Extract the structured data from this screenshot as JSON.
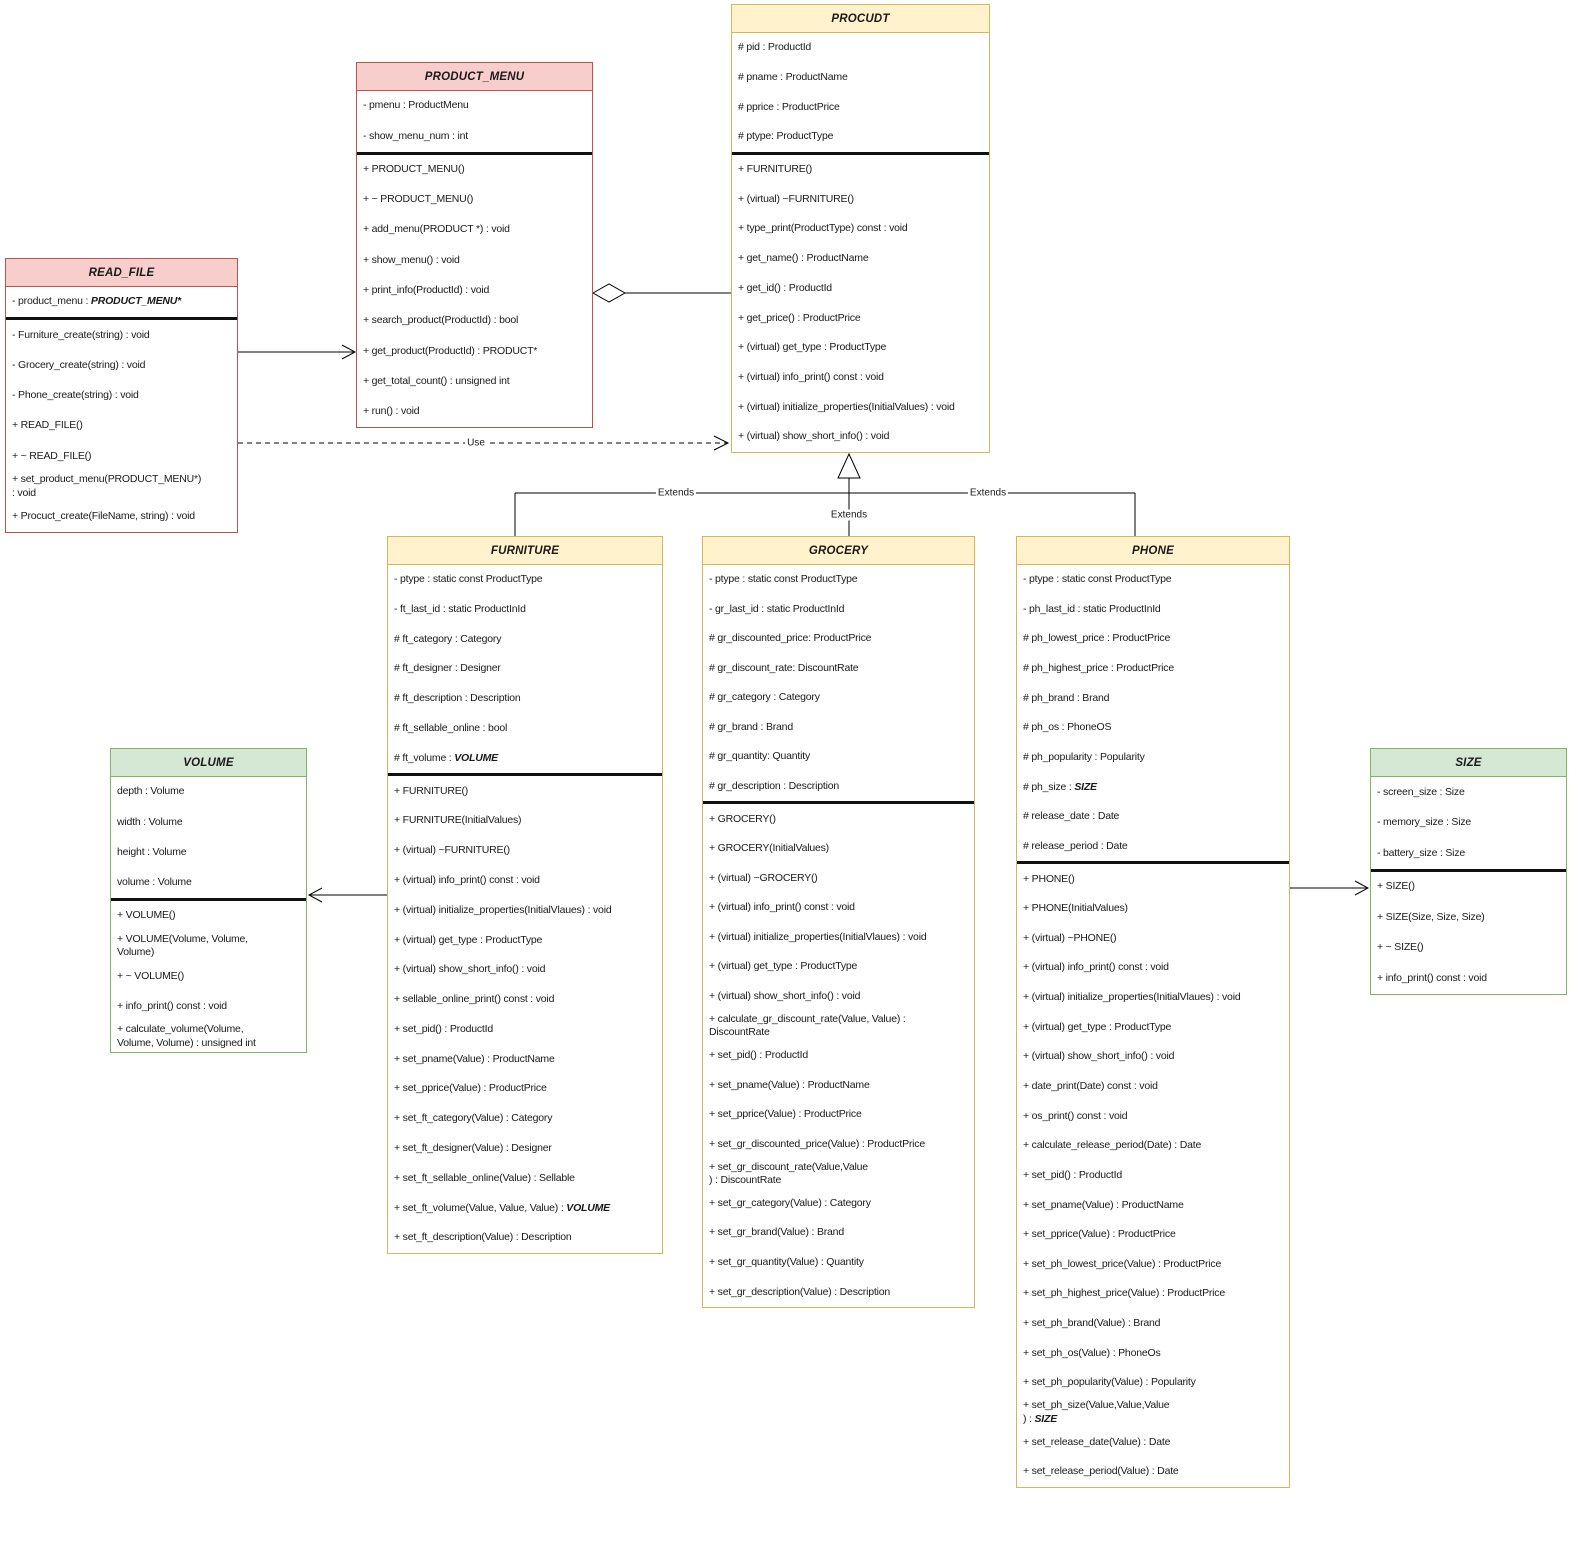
{
  "labels": {
    "use": "Use",
    "extends_left": "Extends",
    "extends_middle": "Extends",
    "extends_right": "Extends"
  },
  "colors": {
    "pink_fill": "#f8cecc",
    "pink_border": "#b85450",
    "yellow_fill": "#fff2cc",
    "yellow_border": "#d6b656",
    "green_fill": "#d5e8d4",
    "green_border": "#82b366",
    "connector_line": "#000000",
    "separator": "#111111",
    "background": "#ffffff"
  },
  "classes": {
    "read_file": {
      "title": "READ_FILE",
      "attributes": [
        {
          "parts": [
            {
              "t": "- product_menu : "
            },
            {
              "t": "PRODUCT_MENU*",
              "em": true
            }
          ]
        }
      ],
      "methods": [
        "- Furniture_create(string) : void",
        "- Grocery_create(string) : void",
        "- Phone_create(string) : void",
        "+ READ_FILE()",
        "+ ~ READ_FILE()",
        {
          "wrap": true,
          "parts": [
            {
              "t": "+ set_product_menu(PRODUCT_MENU*)"
            },
            {
              "br": true
            },
            {
              "t": ": void"
            }
          ]
        },
        "+ Procuct_create(FileName, string) : void"
      ]
    },
    "product_menu": {
      "title": "PRODUCT_MENU",
      "attributes": [
        "- pmenu : ProductMenu",
        "- show_menu_num : int"
      ],
      "methods": [
        "+ PRODUCT_MENU()",
        "+ ~ PRODUCT_MENU()",
        "+ add_menu(PRODUCT *) : void",
        "+ show_menu() : void",
        "+ print_info(ProductId) : void",
        "+ search_product(ProductId) : bool",
        "+ get_product(ProductId) : PRODUCT*",
        "+ get_total_count() : unsigned int",
        "+ run() : void"
      ]
    },
    "procudt": {
      "title": "PROCUDT",
      "attributes": [
        "# pid : ProductId",
        "# pname : ProductName",
        "# pprice : ProductPrice",
        "# ptype: ProductType"
      ],
      "methods": [
        "+ FURNITURE()",
        "+ (virtual) ~FURNITURE()",
        "+ type_print(ProductType) const : void",
        "+ get_name() : ProductName",
        "+ get_id() : ProductId",
        "+ get_price() : ProductPrice",
        "+ (virtual) get_type : ProductType",
        "+ (virtual) info_print() const : void",
        "+ (virtual) initialize_properties(InitialValues) : void",
        "+ (virtual) show_short_info() : void"
      ]
    },
    "furniture": {
      "title": "FURNITURE",
      "attributes": [
        "- ptype : static const ProductType",
        "- ft_last_id : static ProductInId",
        "# ft_category : Category",
        "# ft_designer : Designer",
        "# ft_description : Description",
        "# ft_sellable_online : bool",
        {
          "parts": [
            {
              "t": "# ft_volume : "
            },
            {
              "t": "VOLUME",
              "em": true
            }
          ]
        }
      ],
      "methods": [
        "+ FURNITURE()",
        "+ FURNITURE(InitialValues)",
        "+ (virtual) ~FURNITURE()",
        "+ (virtual) info_print() const : void",
        "+ (virtual) initialize_properties(InitialVlaues) : void",
        "+ (virtual) get_type : ProductType",
        "+ (virtual) show_short_info() : void",
        "+ sellable_online_print() const : void",
        "+ set_pid() : ProductId",
        "+ set_pname(Value) : ProductName",
        "+ set_pprice(Value) : ProductPrice",
        "+ set_ft_category(Value) : Category",
        "+ set_ft_designer(Value) : Designer",
        "+ set_ft_sellable_online(Value) : Sellable",
        {
          "parts": [
            {
              "t": "+ set_ft_volume(Value, Value, Value) : "
            },
            {
              "t": "VOLUME",
              "em": true
            }
          ]
        },
        "+ set_ft_description(Value) : Description"
      ]
    },
    "grocery": {
      "title": "GROCERY",
      "attributes": [
        "- ptype : static const ProductType",
        "- gr_last_id : static ProductInId",
        "# gr_discounted_price: ProductPrice",
        "# gr_discount_rate: DiscountRate",
        "# gr_category : Category",
        "# gr_brand : Brand",
        "# gr_quantity: Quantity",
        "# gr_description : Description"
      ],
      "methods": [
        "+ GROCERY()",
        "+ GROCERY(InitialValues)",
        "+ (virtual) ~GROCERY()",
        "+ (virtual) info_print() const : void",
        "+ (virtual) initialize_properties(InitialVlaues) : void",
        "+ (virtual) get_type : ProductType",
        "+ (virtual) show_short_info() : void",
        {
          "wrap": true,
          "parts": [
            {
              "t": "+ calculate_gr_discount_rate(Value, Value) :"
            },
            {
              "br": true
            },
            {
              "t": "DiscountRate"
            }
          ]
        },
        "+ set_pid() : ProductId",
        "+ set_pname(Value) : ProductName",
        "+ set_pprice(Value) : ProductPrice",
        "+ set_gr_discounted_price(Value) : ProductPrice",
        {
          "wrap": true,
          "parts": [
            {
              "t": "+ set_gr_discount_rate(Value,Value"
            },
            {
              "br": true
            },
            {
              "t": ") : DiscountRate"
            }
          ]
        },
        "+ set_gr_category(Value) : Category",
        "+ set_gr_brand(Value) : Brand",
        "+ set_gr_quantity(Value) : Quantity",
        "+ set_gr_description(Value) : Description"
      ]
    },
    "phone": {
      "title": "PHONE",
      "attributes": [
        "- ptype : static const ProductType",
        "- ph_last_id : static ProductInId",
        "# ph_lowest_price : ProductPrice",
        "# ph_highest_price : ProductPrice",
        "# ph_brand : Brand",
        "# ph_os : PhoneOS",
        "# ph_popularity : Popularity",
        {
          "parts": [
            {
              "t": "# ph_size : "
            },
            {
              "t": "SIZE",
              "em": true
            }
          ]
        },
        "# release_date :  Date",
        "# release_period : Date"
      ],
      "methods": [
        "+ PHONE()",
        "+ PHONE(InitialValues)",
        "+ (virtual) ~PHONE()",
        "+ (virtual) info_print() const : void",
        "+ (virtual) initialize_properties(InitialVlaues) : void",
        "+ (virtual) get_type : ProductType",
        "+ (virtual) show_short_info() : void",
        "+ date_print(Date) const : void",
        "+ os_print() const : void",
        "+ calculate_release_period(Date) : Date",
        "+ set_pid() : ProductId",
        "+ set_pname(Value) : ProductName",
        "+ set_pprice(Value) : ProductPrice",
        "+ set_ph_lowest_price(Value) : ProductPrice",
        "+ set_ph_highest_price(Value) : ProductPrice",
        "+ set_ph_brand(Value) : Brand",
        "+ set_ph_os(Value) : PhoneOs",
        "+ set_ph_popularity(Value) : Popularity",
        {
          "wrap": true,
          "parts": [
            {
              "t": "+ set_ph_size(Value,Value,Value"
            },
            {
              "br": true
            },
            {
              "t": ") : "
            },
            {
              "t": "SIZE",
              "em": true
            }
          ]
        },
        "+ set_release_date(Value) : Date",
        "+ set_release_period(Value) : Date"
      ]
    },
    "volume": {
      "title": "VOLUME",
      "attributes": [
        "depth : Volume",
        "width : Volume",
        "height : Volume",
        "volume : Volume"
      ],
      "methods": [
        "+ VOLUME()",
        {
          "wrap": true,
          "parts": [
            {
              "t": "+ VOLUME(Volume, Volume,"
            },
            {
              "br": true
            },
            {
              "t": "Volume)"
            }
          ]
        },
        "+ ~ VOLUME()",
        "+ info_print() const : void",
        {
          "wrap": true,
          "parts": [
            {
              "t": "+ calculate_volume(Volume,"
            },
            {
              "br": true
            },
            {
              "t": "Volume, Volume) : unsigned int"
            }
          ]
        }
      ]
    },
    "size": {
      "title": "SIZE",
      "attributes": [
        "- screen_size : Size",
        "- memory_size : Size",
        "- battery_size : Size"
      ],
      "methods": [
        "+ SIZE()",
        "+ SIZE(Size, Size, Size)",
        "+ ~ SIZE()",
        "+ info_print() const : void"
      ]
    }
  }
}
